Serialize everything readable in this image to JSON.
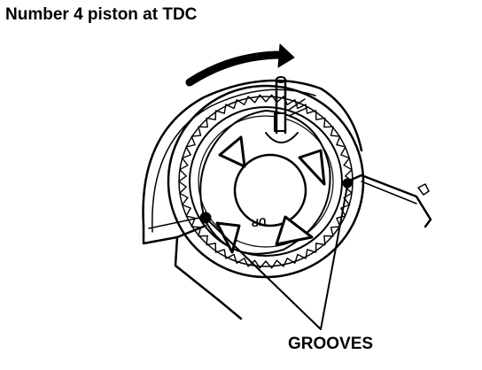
{
  "diagram": {
    "title": "Number 4 piston at TDC",
    "callout_label": "GROOVES",
    "pulley_mark": "UP"
  },
  "colors": {
    "ink": "#000000",
    "paper": "#ffffff"
  },
  "icons": {
    "rotation": "curved-arrow-icon",
    "pointer": "leader-line-icon"
  }
}
